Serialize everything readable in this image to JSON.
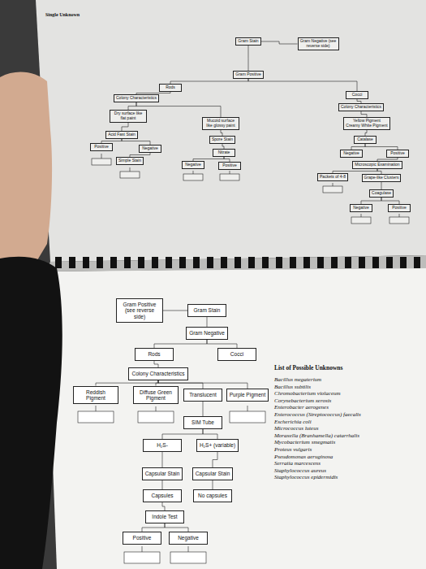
{
  "diagram": {
    "title": "Single Unknown",
    "nodes": [
      {
        "text": [
          "Gram Stain"
        ]
      },
      {
        "text": [
          "Gram Negative (see reverse side)"
        ]
      },
      {
        "text": [
          "Gram Positive"
        ]
      },
      {
        "text": [
          "Rods"
        ]
      },
      {
        "text": [
          "Cocci"
        ]
      },
      {
        "text": [
          "Colony Characteristics"
        ]
      },
      {
        "text": [
          "Colony Characteristics"
        ]
      },
      {
        "text": [
          "Dry surface like flat paint"
        ]
      },
      {
        "text": [
          "Mucoid surface like glossy paint"
        ]
      },
      {
        "text": [
          "Yellow Pigment",
          "Creamy White Pigment"
        ]
      },
      {
        "text": [
          "Acid Fast Stain"
        ]
      },
      {
        "text": [
          "Catalase"
        ]
      },
      {
        "text": [
          "Positive"
        ]
      },
      {
        "text": [
          "Negative"
        ]
      },
      {
        "text": [
          "Spore Stain"
        ]
      },
      {
        "text": [
          "Nitrate"
        ]
      },
      {
        "text": [
          "Negative"
        ]
      },
      {
        "text": [
          "Positive"
        ]
      },
      {
        "text": [
          "Simple Stain"
        ]
      },
      {
        "text": [
          "Microscopic Examination"
        ]
      },
      {
        "text": [
          "Negative"
        ]
      },
      {
        "text": [
          "Positive"
        ]
      },
      {
        "text": [
          "Packets of 4-8"
        ]
      },
      {
        "text": [
          "Grape-like Clusters"
        ]
      },
      {
        "text": [
          "Coagulase"
        ]
      },
      {
        "text": [
          "Negative"
        ]
      },
      {
        "text": [
          "Positive"
        ]
      },
      {
        "text": [
          "Gram Positive (see reverse side)"
        ]
      },
      {
        "text": [
          "Gram Stain"
        ]
      },
      {
        "text": [
          "Gram Negative"
        ]
      },
      {
        "text": [
          "Rods"
        ]
      },
      {
        "text": [
          "Cocci"
        ]
      },
      {
        "text": [
          "Colony Characteristics"
        ]
      },
      {
        "text": [
          "Reddish Pigment"
        ]
      },
      {
        "text": [
          "Diffuse Green Pigment"
        ]
      },
      {
        "text": [
          "Translucent"
        ]
      },
      {
        "text": [
          "Purple Pigment"
        ]
      },
      {
        "text": [
          "SIM Tube"
        ]
      },
      {
        "text": [
          "H₂S-"
        ]
      },
      {
        "text": [
          "H₂S+ (variable)"
        ]
      },
      {
        "text": [
          "Capsular Stain"
        ]
      },
      {
        "text": [
          "Capsular Stain"
        ]
      },
      {
        "text": [
          "Capsules"
        ]
      },
      {
        "text": [
          "No capsules"
        ]
      },
      {
        "text": [
          "Indole Test"
        ]
      },
      {
        "text": [
          "Positive"
        ]
      },
      {
        "text": [
          "Negative"
        ]
      }
    ],
    "edges": [
      {
        "from": 0,
        "to": 1,
        "arrow": "none"
      },
      {
        "from": 0,
        "to": 2,
        "arrow": "none"
      },
      {
        "from": 2,
        "to": 3,
        "arrow": "none"
      },
      {
        "from": 2,
        "to": 4,
        "arrow": "none"
      },
      {
        "from": 3,
        "to": 5,
        "arrow": "none"
      },
      {
        "from": 4,
        "to": 6,
        "arrow": "none"
      },
      {
        "from": 5,
        "to": 7,
        "arrow": "none"
      },
      {
        "from": 5,
        "to": 8,
        "arrow": "none"
      },
      {
        "from": 6,
        "to": 9,
        "arrow": "none"
      },
      {
        "from": 7,
        "to": 10,
        "arrow": "none"
      },
      {
        "from": 9,
        "to": 11,
        "arrow": "none"
      },
      {
        "from": 10,
        "to": 12,
        "arrow": "none"
      },
      {
        "from": 10,
        "to": 13,
        "arrow": "none"
      },
      {
        "from": 8,
        "to": 14,
        "arrow": "none"
      },
      {
        "from": 14,
        "to": 15,
        "arrow": "none"
      },
      {
        "from": 11,
        "to": 16,
        "arrow": "none"
      },
      {
        "from": 11,
        "to": 17,
        "arrow": "none"
      },
      {
        "from": 13,
        "to": 18,
        "arrow": "none"
      },
      {
        "from": 17,
        "to": 19,
        "arrow": "none"
      },
      {
        "from": 15,
        "to": 20,
        "arrow": "none"
      },
      {
        "from": 15,
        "to": 21,
        "arrow": "none"
      },
      {
        "from": 19,
        "to": 22,
        "arrow": "none"
      },
      {
        "from": 19,
        "to": 23,
        "arrow": "none"
      },
      {
        "from": 23,
        "to": 24,
        "arrow": "none"
      },
      {
        "from": 24,
        "to": 25,
        "arrow": "none"
      },
      {
        "from": 24,
        "to": 26,
        "arrow": "none"
      },
      {
        "from": 28,
        "to": 27,
        "arrow": "none"
      },
      {
        "from": 28,
        "to": 29,
        "arrow": "none"
      },
      {
        "from": 29,
        "to": 30,
        "arrow": "none"
      },
      {
        "from": 29,
        "to": 31,
        "arrow": "none"
      },
      {
        "from": 30,
        "to": 32,
        "arrow": "none"
      },
      {
        "from": 32,
        "to": 33,
        "arrow": "none"
      },
      {
        "from": 32,
        "to": 34,
        "arrow": "none"
      },
      {
        "from": 32,
        "to": 35,
        "arrow": "none"
      },
      {
        "from": 32,
        "to": 36,
        "arrow": "none"
      },
      {
        "from": 35,
        "to": 37,
        "arrow": "none"
      },
      {
        "from": 37,
        "to": 38,
        "arrow": "none"
      },
      {
        "from": 37,
        "to": 39,
        "arrow": "none"
      },
      {
        "from": 38,
        "to": 40,
        "arrow": "none"
      },
      {
        "from": 39,
        "to": 41,
        "arrow": "none"
      },
      {
        "from": 40,
        "to": 42,
        "arrow": "none"
      },
      {
        "from": 41,
        "to": 43,
        "arrow": "none"
      },
      {
        "from": 42,
        "to": 44,
        "arrow": "none"
      },
      {
        "from": 44,
        "to": 45,
        "arrow": "none"
      },
      {
        "from": 44,
        "to": 46,
        "arrow": "none"
      }
    ],
    "labels": [
      "List of Possible Unknowns",
      "Bacillus megaterium",
      "Bacillus subtilis",
      "Chromobacterium violaceum",
      "Corynebacterium xerosis",
      "Enterobacter aerogenes",
      "Enterococcus (Streptococcus) faecalis",
      "Escherichia coli",
      "Micrococcus luteus",
      "Moraxella (Branhamella) catarrhalis",
      "Mycobacterium smegmatis",
      "Proteus vulgaris",
      "Pseudomonas aeruginosa",
      "Serratia marcescens",
      "Staphylococcus aureus",
      "Staphylococcus epidermidis"
    ]
  }
}
